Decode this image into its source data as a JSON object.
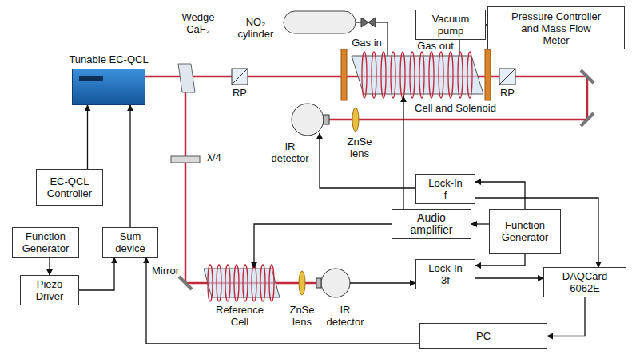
{
  "diagram": {
    "nodes": [
      {
        "text": [
          "Tunable EC-QCL"
        ]
      },
      {
        "text": [
          "Vacuum pump"
        ]
      },
      {
        "text": [
          "Pressure Controller and Mass Flow Meter"
        ]
      },
      {
        "text": [
          "EC-QCL Controller"
        ]
      },
      {
        "text": [
          "Lock-In f"
        ]
      },
      {
        "text": [
          "Audio amplifier"
        ]
      },
      {
        "text": [
          "Function Generator"
        ]
      },
      {
        "text": [
          "Function Generator"
        ]
      },
      {
        "text": [
          "Sum device"
        ]
      },
      {
        "text": [
          "Lock-In 3f"
        ]
      },
      {
        "text": [
          "DAQCard 6062E"
        ]
      },
      {
        "text": [
          "Piezo Driver"
        ]
      },
      {
        "text": [
          "PC"
        ]
      }
    ],
    "edges": [
      {
        "from": 1,
        "to": 2,
        "arrow": "none"
      },
      {
        "from": 3,
        "to": 0,
        "arrow": "to"
      },
      {
        "from": 8,
        "to": 0,
        "arrow": "to"
      },
      {
        "from": 7,
        "to": 11,
        "arrow": "to"
      },
      {
        "from": 11,
        "to": 8,
        "arrow": "to"
      },
      {
        "from": 12,
        "to": 8,
        "arrow": "to"
      },
      {
        "from": 6,
        "to": 4,
        "arrow": "to"
      },
      {
        "from": 6,
        "to": 5,
        "arrow": "to"
      },
      {
        "from": 6,
        "to": 9,
        "arrow": "to"
      },
      {
        "from": 4,
        "to": 10,
        "arrow": "to"
      },
      {
        "from": 9,
        "to": 10,
        "arrow": "to"
      },
      {
        "from": 10,
        "to": 12,
        "arrow": "to"
      }
    ],
    "labels": [
      "Wedge CaF₂",
      "NO₂ cylinder",
      "Gas in",
      "Gas out",
      "RP",
      "RP",
      "Cell and Solenoid",
      "IR detector",
      "ZnSe lens",
      "λ/4",
      "Mirror",
      "Reference Cell",
      "ZnSe lens",
      "IR detector"
    ]
  }
}
